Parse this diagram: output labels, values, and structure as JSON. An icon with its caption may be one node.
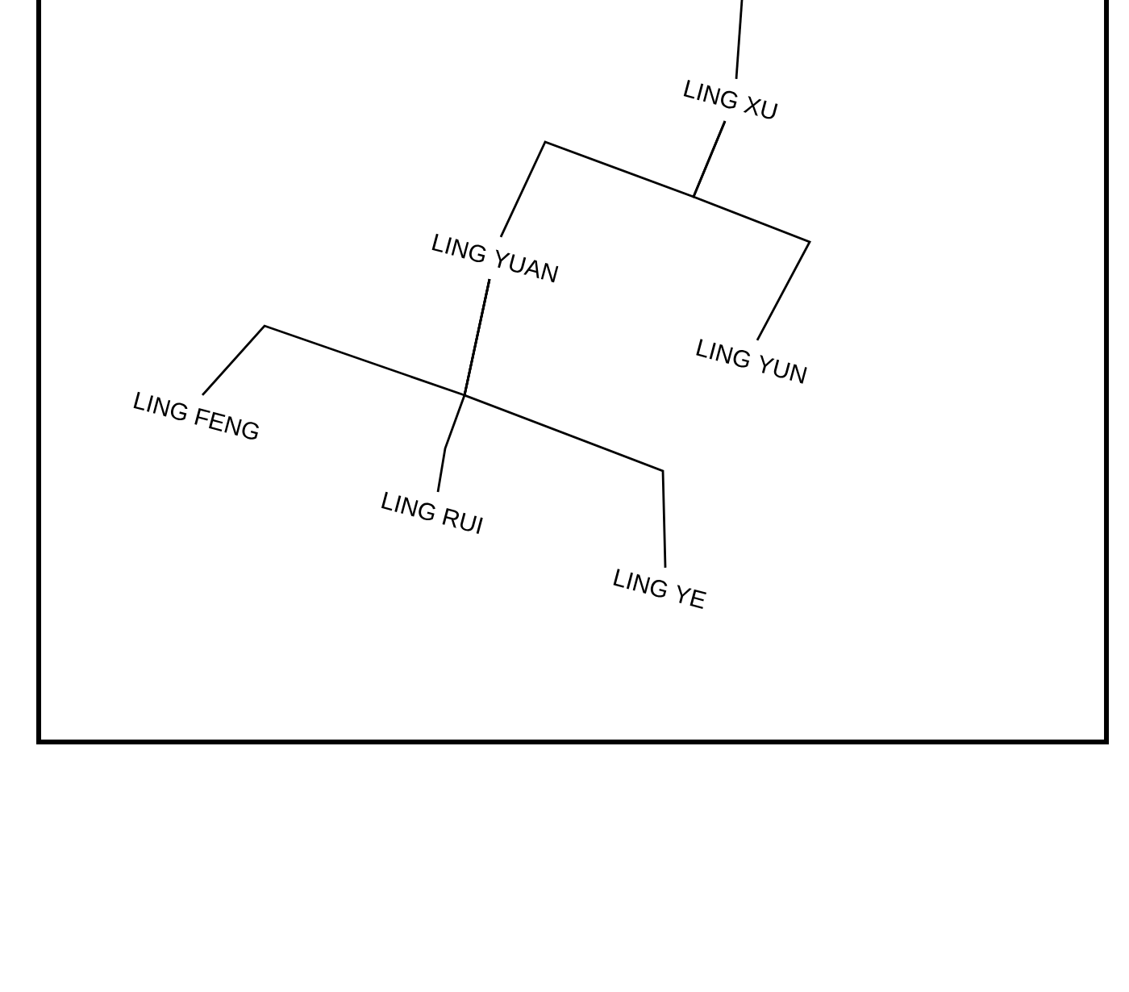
{
  "diagram": {
    "nodes": [
      {
        "text": [
          "LING XU"
        ]
      },
      {
        "text": [
          "LING YUAN"
        ]
      },
      {
        "text": [
          "LING YUN"
        ]
      },
      {
        "text": [
          "LING FENG"
        ]
      },
      {
        "text": [
          "LING RUI"
        ]
      },
      {
        "text": [
          "LING YE"
        ]
      }
    ],
    "edges": [
      {
        "from": null,
        "to": 0,
        "arrow": "none"
      },
      {
        "from": 0,
        "to": 1,
        "arrow": "none"
      },
      {
        "from": 0,
        "to": 2,
        "arrow": "none"
      },
      {
        "from": 1,
        "to": 3,
        "arrow": "none"
      },
      {
        "from": 1,
        "to": 4,
        "arrow": "none"
      },
      {
        "from": 1,
        "to": 5,
        "arrow": "none"
      }
    ]
  }
}
